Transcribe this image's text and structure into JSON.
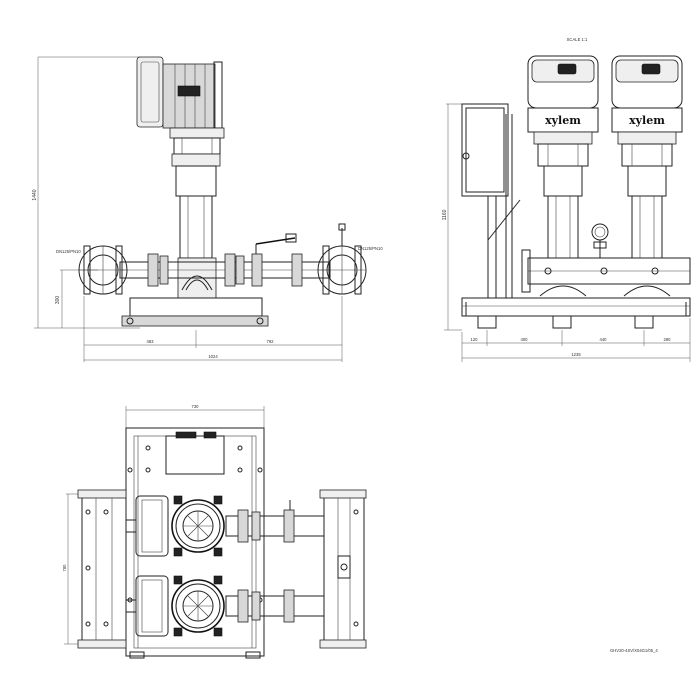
{
  "drawing": {
    "scale_label": "SCALE 1:1",
    "brand": "xylem",
    "drawing_code": "GHV20-4SV/X04G1/05_4",
    "front_view": {
      "height_dim": "1440",
      "pipe_height_dim": "300",
      "suction_label": "DN125/PN10",
      "discharge_label": "DN125/PN10",
      "dim_left": "483",
      "dim_right": "792",
      "total_length": "1024"
    },
    "side_view": {
      "height_dim": "1160",
      "dims": [
        "120",
        "400",
        "440",
        "280"
      ],
      "total_length": "1235"
    },
    "top_view": {
      "width_dim": "730",
      "depth_dim": "780"
    }
  }
}
